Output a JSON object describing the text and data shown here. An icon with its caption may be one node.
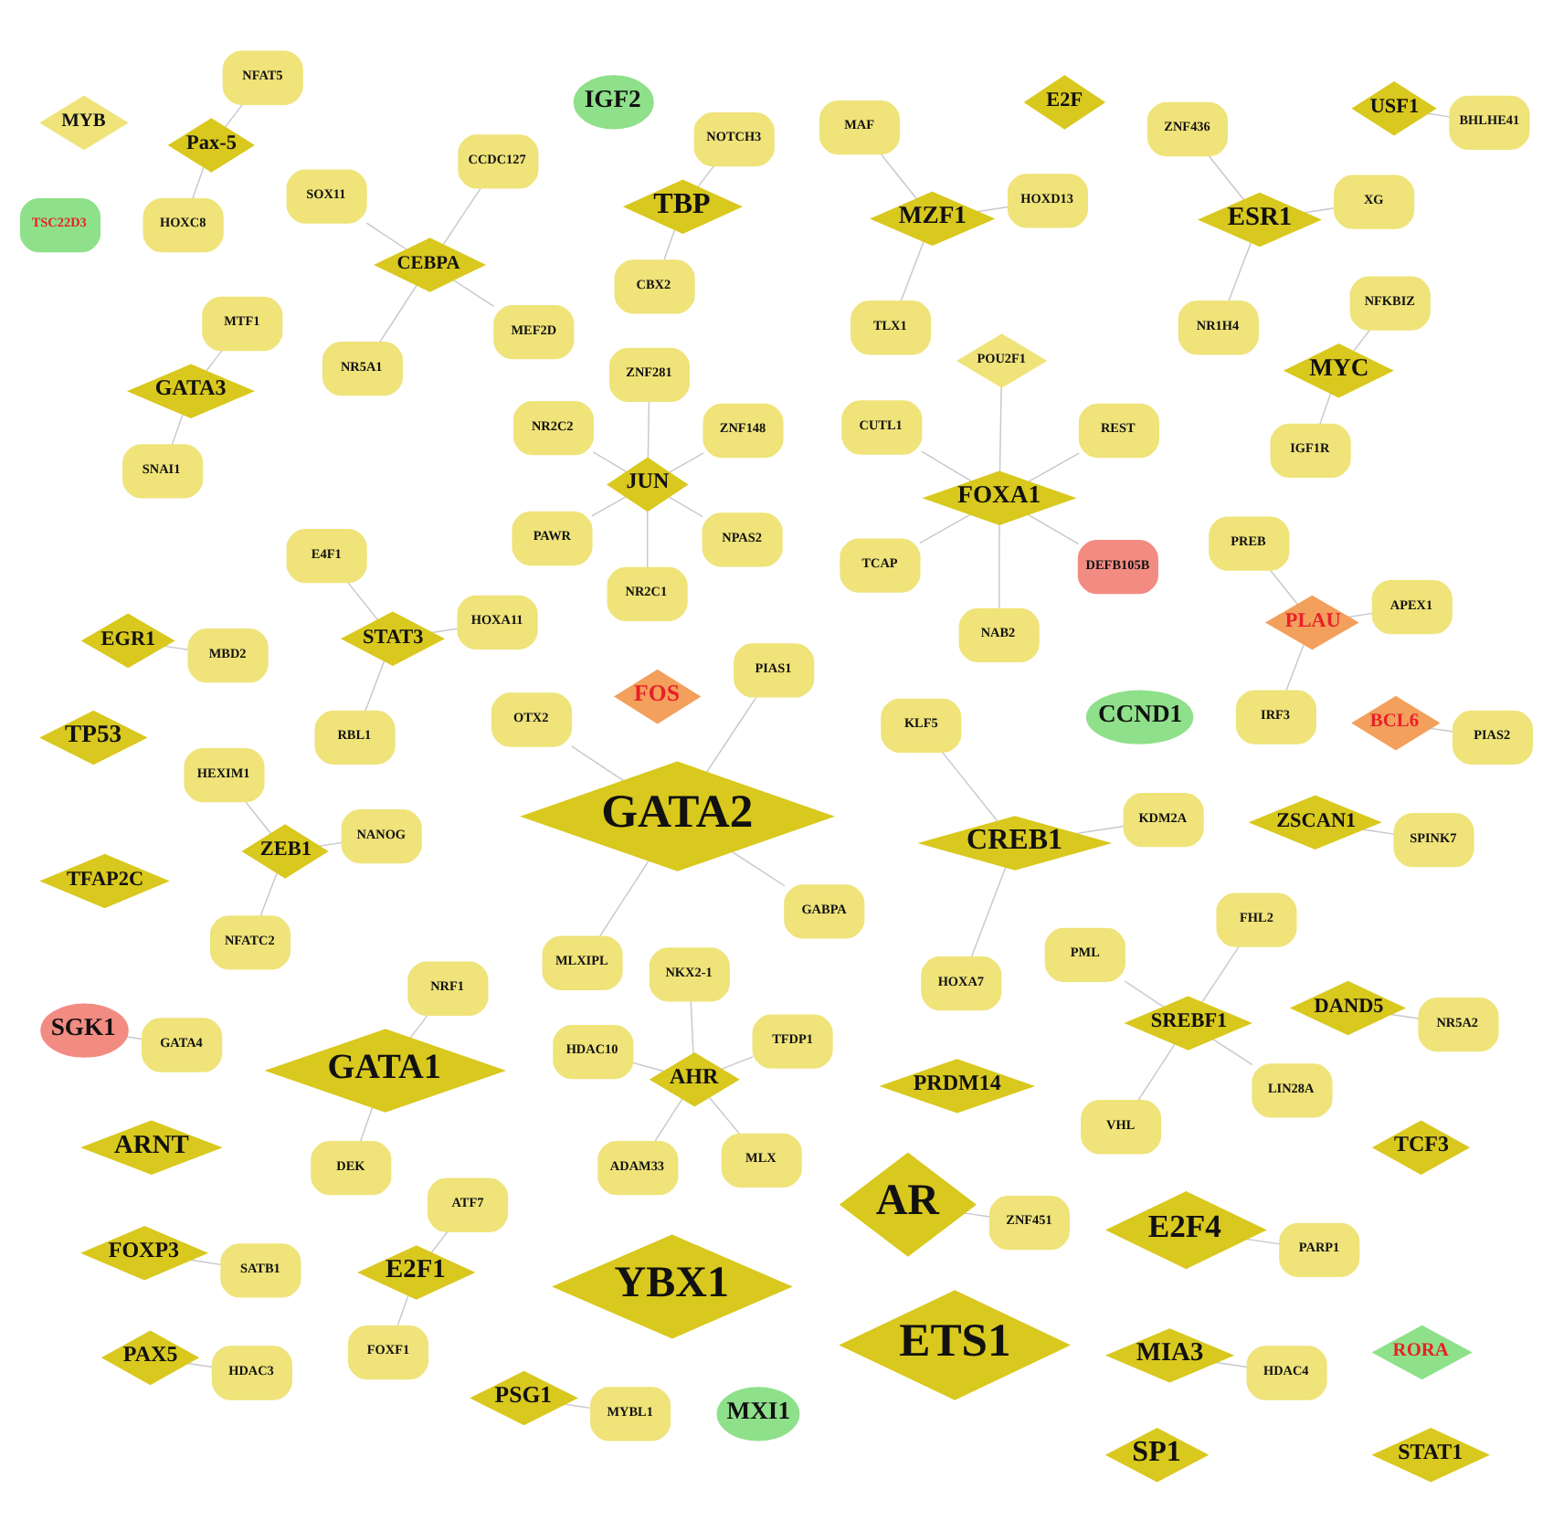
{
  "diagram": {
    "nodes": [
      {
        "text": [
          "FOS"
        ]
      },
      {
        "text": [
          "AR"
        ]
      },
      {
        "text": [
          "JUN"
        ]
      },
      {
        "text": [
          "AHR"
        ]
      },
      {
        "text": [
          "GATA2"
        ]
      },
      {
        "text": [
          "MXI1"
        ]
      },
      {
        "text": [
          "GATA1"
        ]
      },
      {
        "text": [
          "CCND1"
        ]
      },
      {
        "text": [
          "BCL6"
        ]
      },
      {
        "text": [
          "STAT3"
        ]
      },
      {
        "text": [
          "RORA"
        ]
      },
      {
        "text": [
          "ZEB1"
        ]
      },
      {
        "text": [
          "SREBF1"
        ]
      },
      {
        "text": [
          "USF1"
        ]
      },
      {
        "text": [
          "E2F"
        ]
      },
      {
        "text": [
          "SGK1"
        ]
      },
      {
        "text": [
          "TBP"
        ]
      },
      {
        "text": [
          "E2F4"
        ]
      },
      {
        "text": [
          "IGF2"
        ]
      },
      {
        "text": [
          "E2F1"
        ]
      },
      {
        "text": [
          "TP53"
        ]
      },
      {
        "text": [
          "PLAU"
        ]
      },
      {
        "text": [
          "Pax-5"
        ]
      },
      {
        "text": [
          "PAX5"
        ]
      },
      {
        "text": [
          "EGR1"
        ]
      },
      {
        "text": [
          "ARNT"
        ]
      },
      {
        "text": [
          "MIA3"
        ]
      },
      {
        "text": [
          "MYC"
        ]
      },
      {
        "text": [
          "YBX1"
        ]
      },
      {
        "text": [
          "PRDM14"
        ]
      },
      {
        "text": [
          "TFAP2C"
        ]
      },
      {
        "text": [
          "STAT1"
        ]
      },
      {
        "text": [
          "FOXP3"
        ]
      },
      {
        "text": [
          "ETS1"
        ]
      },
      {
        "text": [
          "DAND5"
        ]
      },
      {
        "text": [
          "ESR1"
        ]
      },
      {
        "text": [
          "SP1"
        ]
      },
      {
        "text": [
          "ZSCAN1"
        ]
      },
      {
        "text": [
          "FOXA1"
        ]
      },
      {
        "text": [
          "CREB1"
        ]
      },
      {
        "text": [
          "MZF1"
        ]
      },
      {
        "text": [
          "GATA3"
        ]
      },
      {
        "text": [
          "PSG1"
        ]
      },
      {
        "text": [
          "TCF3"
        ]
      },
      {
        "text": [
          "CEBPA"
        ]
      },
      {
        "text": [
          "KDM2A"
        ]
      },
      {
        "text": [
          "HOXA7"
        ]
      },
      {
        "text": [
          "KLF5"
        ]
      },
      {
        "text": [
          "MTF1"
        ]
      },
      {
        "text": [
          "SNAI1"
        ]
      },
      {
        "text": [
          "HOXD13"
        ]
      },
      {
        "text": [
          "TLX1"
        ]
      },
      {
        "text": [
          "MAF"
        ]
      },
      {
        "text": [
          "DEFB105B"
        ]
      },
      {
        "text": [
          "NAB2"
        ]
      },
      {
        "text": [
          "CUTL1"
        ]
      },
      {
        "text": [
          "REST"
        ]
      },
      {
        "text": [
          "POU2F1"
        ]
      },
      {
        "text": [
          "TCAP"
        ]
      },
      {
        "text": [
          "SPINK7"
        ]
      },
      {
        "text": [
          "XG"
        ]
      },
      {
        "text": [
          "NR1H4"
        ]
      },
      {
        "text": [
          "ZNF436"
        ]
      },
      {
        "text": [
          "NR5A2"
        ]
      },
      {
        "text": [
          "MEF2D"
        ]
      },
      {
        "text": [
          "NR5A1"
        ]
      },
      {
        "text": [
          "SOX11"
        ]
      },
      {
        "text": [
          "CCDC127"
        ]
      },
      {
        "text": [
          "ZNF451"
        ]
      },
      {
        "text": [
          "NPAS2"
        ]
      },
      {
        "text": [
          "NR2C1"
        ]
      },
      {
        "text": [
          "NR2C2"
        ]
      },
      {
        "text": [
          "ZNF148"
        ]
      },
      {
        "text": [
          "ZNF281"
        ]
      },
      {
        "text": [
          "PAWR"
        ]
      },
      {
        "text": [
          "MYBL1"
        ]
      },
      {
        "text": [
          "MLX"
        ]
      },
      {
        "text": [
          "ADAM33"
        ]
      },
      {
        "text": [
          "HDAC10"
        ]
      },
      {
        "text": [
          "TFDP1"
        ]
      },
      {
        "text": [
          "NKX2-1"
        ]
      },
      {
        "text": [
          "GABPA"
        ]
      },
      {
        "text": [
          "MLXIPL"
        ]
      },
      {
        "text": [
          "OTX2"
        ]
      },
      {
        "text": [
          "PIAS1"
        ]
      },
      {
        "text": [
          "NRF1"
        ]
      },
      {
        "text": [
          "DEK"
        ]
      },
      {
        "text": [
          "PIAS2"
        ]
      },
      {
        "text": [
          "HOXA11"
        ]
      },
      {
        "text": [
          "RBL1"
        ]
      },
      {
        "text": [
          "E4F1"
        ]
      },
      {
        "text": [
          "NANOG"
        ]
      },
      {
        "text": [
          "NFATC2"
        ]
      },
      {
        "text": [
          "HEXIM1"
        ]
      },
      {
        "text": [
          "LIN28A"
        ]
      },
      {
        "text": [
          "VHL"
        ]
      },
      {
        "text": [
          "PML"
        ]
      },
      {
        "text": [
          "FHL2"
        ]
      },
      {
        "text": [
          "BHLHE41"
        ]
      },
      {
        "text": [
          "NOTCH3"
        ]
      },
      {
        "text": [
          "CBX2"
        ]
      },
      {
        "text": [
          "GATA4"
        ]
      },
      {
        "text": [
          "PARP1"
        ]
      },
      {
        "text": [
          "ATF7"
        ]
      },
      {
        "text": [
          "FOXF1"
        ]
      },
      {
        "text": [
          "HDAC3"
        ]
      },
      {
        "text": [
          "MBD2"
        ]
      },
      {
        "text": [
          "NFAT5"
        ]
      },
      {
        "text": [
          "HOXC8"
        ]
      },
      {
        "text": [
          "APEX1"
        ]
      },
      {
        "text": [
          "IRF3"
        ]
      },
      {
        "text": [
          "PREB"
        ]
      },
      {
        "text": [
          "SATB1"
        ]
      },
      {
        "text": [
          "NFKBIZ"
        ]
      },
      {
        "text": [
          "IGF1R"
        ]
      },
      {
        "text": [
          "HDAC4"
        ]
      },
      {
        "text": [
          "MYB"
        ]
      },
      {
        "text": [
          "TSC22D3"
        ]
      }
    ],
    "edges": [
      {
        "from": 39,
        "to": 45,
        "arrow": "none"
      },
      {
        "from": 39,
        "to": 46,
        "arrow": "none"
      },
      {
        "from": 39,
        "to": 47,
        "arrow": "none"
      },
      {
        "from": 41,
        "to": 48,
        "arrow": "none"
      },
      {
        "from": 41,
        "to": 49,
        "arrow": "none"
      },
      {
        "from": 40,
        "to": 50,
        "arrow": "none"
      },
      {
        "from": 40,
        "to": 51,
        "arrow": "none"
      },
      {
        "from": 40,
        "to": 52,
        "arrow": "none"
      },
      {
        "from": 38,
        "to": 53,
        "arrow": "none"
      },
      {
        "from": 38,
        "to": 54,
        "arrow": "none"
      },
      {
        "from": 38,
        "to": 55,
        "arrow": "none"
      },
      {
        "from": 38,
        "to": 56,
        "arrow": "none"
      },
      {
        "from": 38,
        "to": 57,
        "arrow": "none"
      },
      {
        "from": 38,
        "to": 58,
        "arrow": "none"
      },
      {
        "from": 37,
        "to": 59,
        "arrow": "none"
      },
      {
        "from": 35,
        "to": 60,
        "arrow": "none"
      },
      {
        "from": 35,
        "to": 61,
        "arrow": "none"
      },
      {
        "from": 35,
        "to": 62,
        "arrow": "none"
      },
      {
        "from": 34,
        "to": 63,
        "arrow": "none"
      },
      {
        "from": 44,
        "to": 64,
        "arrow": "none"
      },
      {
        "from": 44,
        "to": 65,
        "arrow": "none"
      },
      {
        "from": 44,
        "to": 66,
        "arrow": "none"
      },
      {
        "from": 44,
        "to": 67,
        "arrow": "none"
      },
      {
        "from": 1,
        "to": 68,
        "arrow": "none"
      },
      {
        "from": 2,
        "to": 69,
        "arrow": "none"
      },
      {
        "from": 2,
        "to": 70,
        "arrow": "none"
      },
      {
        "from": 2,
        "to": 71,
        "arrow": "none"
      },
      {
        "from": 2,
        "to": 72,
        "arrow": "none"
      },
      {
        "from": 2,
        "to": 73,
        "arrow": "none"
      },
      {
        "from": 2,
        "to": 74,
        "arrow": "none"
      },
      {
        "from": 42,
        "to": 75,
        "arrow": "none"
      },
      {
        "from": 3,
        "to": 76,
        "arrow": "none"
      },
      {
        "from": 3,
        "to": 77,
        "arrow": "none"
      },
      {
        "from": 3,
        "to": 78,
        "arrow": "none"
      },
      {
        "from": 3,
        "to": 79,
        "arrow": "none"
      },
      {
        "from": 3,
        "to": 80,
        "arrow": "none"
      },
      {
        "from": 4,
        "to": 81,
        "arrow": "none"
      },
      {
        "from": 4,
        "to": 82,
        "arrow": "none"
      },
      {
        "from": 4,
        "to": 83,
        "arrow": "none"
      },
      {
        "from": 4,
        "to": 84,
        "arrow": "none"
      },
      {
        "from": 6,
        "to": 85,
        "arrow": "none"
      },
      {
        "from": 6,
        "to": 86,
        "arrow": "none"
      },
      {
        "from": 8,
        "to": 87,
        "arrow": "none"
      },
      {
        "from": 9,
        "to": 88,
        "arrow": "none"
      },
      {
        "from": 9,
        "to": 89,
        "arrow": "none"
      },
      {
        "from": 9,
        "to": 90,
        "arrow": "none"
      },
      {
        "from": 11,
        "to": 91,
        "arrow": "none"
      },
      {
        "from": 11,
        "to": 92,
        "arrow": "none"
      },
      {
        "from": 11,
        "to": 93,
        "arrow": "none"
      },
      {
        "from": 12,
        "to": 94,
        "arrow": "none"
      },
      {
        "from": 12,
        "to": 95,
        "arrow": "none"
      },
      {
        "from": 12,
        "to": 96,
        "arrow": "none"
      },
      {
        "from": 12,
        "to": 97,
        "arrow": "none"
      },
      {
        "from": 13,
        "to": 98,
        "arrow": "none"
      },
      {
        "from": 16,
        "to": 99,
        "arrow": "none"
      },
      {
        "from": 16,
        "to": 100,
        "arrow": "none"
      },
      {
        "from": 15,
        "to": 101,
        "arrow": "none"
      },
      {
        "from": 17,
        "to": 102,
        "arrow": "none"
      },
      {
        "from": 19,
        "to": 103,
        "arrow": "none"
      },
      {
        "from": 19,
        "to": 104,
        "arrow": "none"
      },
      {
        "from": 23,
        "to": 105,
        "arrow": "none"
      },
      {
        "from": 24,
        "to": 106,
        "arrow": "none"
      },
      {
        "from": 22,
        "to": 107,
        "arrow": "none"
      },
      {
        "from": 22,
        "to": 108,
        "arrow": "none"
      },
      {
        "from": 21,
        "to": 109,
        "arrow": "none"
      },
      {
        "from": 21,
        "to": 110,
        "arrow": "none"
      },
      {
        "from": 21,
        "to": 111,
        "arrow": "none"
      },
      {
        "from": 32,
        "to": 112,
        "arrow": "none"
      },
      {
        "from": 27,
        "to": 113,
        "arrow": "none"
      },
      {
        "from": 27,
        "to": 114,
        "arrow": "none"
      },
      {
        "from": 26,
        "to": 115,
        "arrow": "none"
      }
    ]
  }
}
